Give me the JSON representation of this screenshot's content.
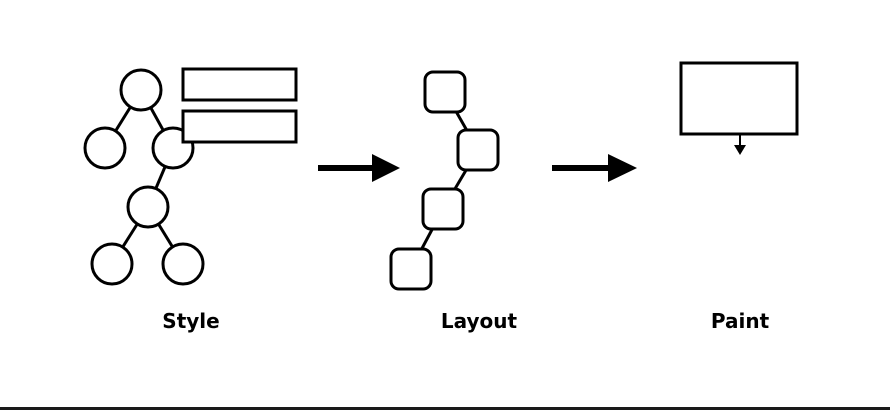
{
  "stages": {
    "style": "Style",
    "layout": "Layout",
    "paint": "Paint"
  },
  "colors": {
    "stroke": "#000000",
    "fill": "#ffffff",
    "arrow": "#000000",
    "bottom_bar": "#1a1a1a"
  },
  "icons": {
    "style_tree": "dom-tree-with-style-rules",
    "layout_chain": "chained-layout-boxes",
    "paint_box": "paint-rectangle-with-down-arrow",
    "flow_arrows": "right-arrow"
  }
}
